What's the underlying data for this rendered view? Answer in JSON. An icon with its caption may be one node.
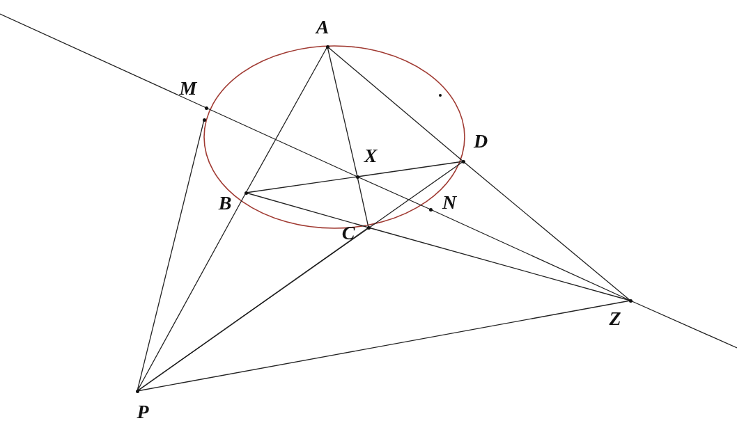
{
  "diagram": {
    "nodes": [
      {
        "text": [
          "A"
        ]
      },
      {
        "text": [
          "M"
        ]
      },
      {
        "text": [],
        "shape": "circle"
      },
      {
        "text": [
          "D"
        ]
      },
      {
        "text": [
          "X"
        ]
      },
      {
        "text": [
          "B"
        ]
      },
      {
        "text": [
          "N"
        ]
      },
      {
        "text": [
          "C"
        ]
      },
      {
        "text": [
          "Z"
        ]
      },
      {
        "text": [
          "P"
        ]
      }
    ],
    "edges": [
      {
        "from": 0,
        "to": 5,
        "arrow": "none"
      },
      {
        "from": 5,
        "to": 9,
        "arrow": "none"
      },
      {
        "from": 0,
        "to": 4,
        "arrow": "none"
      },
      {
        "from": 4,
        "to": 7,
        "arrow": "none"
      },
      {
        "from": 0,
        "to": 3,
        "arrow": "none"
      },
      {
        "from": 3,
        "to": 8,
        "arrow": "none"
      },
      {
        "from": 5,
        "to": 4,
        "arrow": "none"
      },
      {
        "from": 4,
        "to": 3,
        "arrow": "none"
      },
      {
        "from": 5,
        "to": 7,
        "arrow": "none"
      },
      {
        "from": 7,
        "to": 8,
        "arrow": "none"
      },
      {
        "from": null,
        "to": 1,
        "arrow": "none"
      },
      {
        "from": 1,
        "to": 4,
        "arrow": "none"
      },
      {
        "from": 4,
        "to": 6,
        "arrow": "none"
      },
      {
        "from": 6,
        "to": 8,
        "arrow": "none"
      },
      {
        "from": 8,
        "to": null,
        "arrow": "none"
      },
      {
        "from": 9,
        "to": 2,
        "arrow": "none"
      },
      {
        "from": 9,
        "to": 7,
        "arrow": "none"
      },
      {
        "from": 9,
        "to": 3,
        "arrow": "none"
      },
      {
        "from": 9,
        "to": 8,
        "arrow": "none"
      }
    ]
  }
}
